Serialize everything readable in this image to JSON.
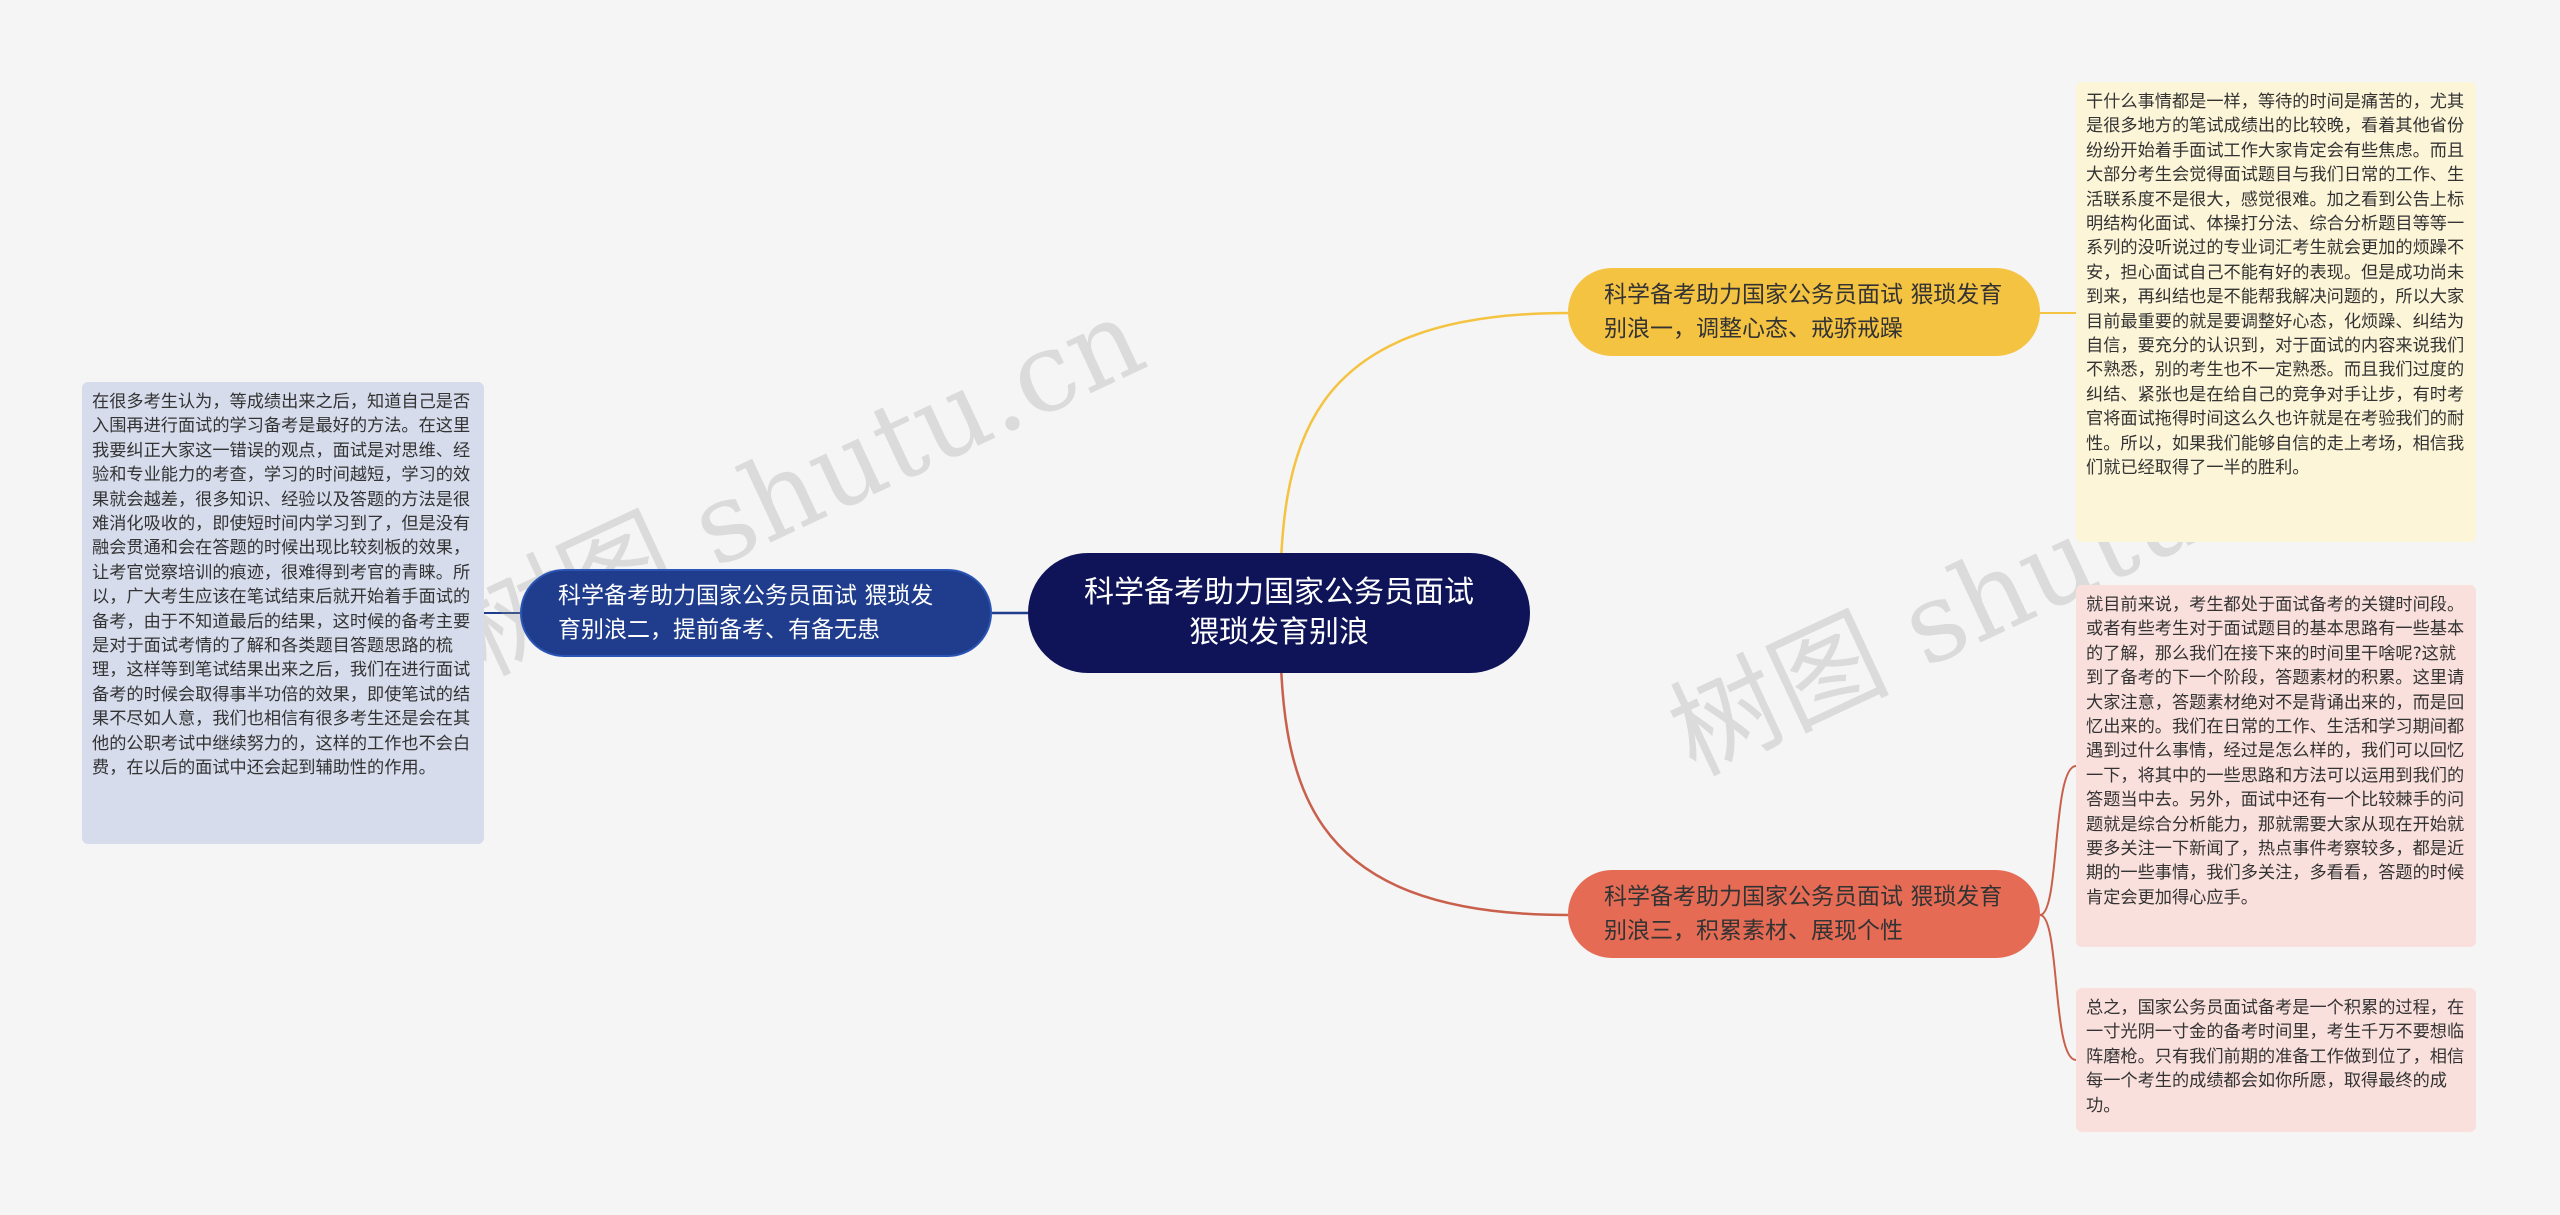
{
  "root": {
    "title": "科学备考助力国家公务员面试 猥琐发育别浪"
  },
  "branches": [
    {
      "label": "科学备考助力国家公务员面试 猥琐发育别浪一，调整心态、戒骄戒躁",
      "color": "#f5c342",
      "leaves": [
        "干什么事情都是一样，等待的时间是痛苦的，尤其是很多地方的笔试成绩出的比较晚，看着其他省份纷纷开始着手面试工作大家肯定会有些焦虑。而且大部分考生会觉得面试题目与我们日常的工作、生活联系度不是很大，感觉很难。加之看到公告上标明结构化面试、体操打分法、综合分析题目等等一系列的没听说过的专业词汇考生就会更加的烦躁不安，担心面试自己不能有好的表现。但是成功尚未到来，再纠结也是不能帮我解决问题的，所以大家目前最重要的就是要调整好心态，化烦躁、纠结为自信，要充分的认识到，对于面试的内容来说我们不熟悉，别的考生也不一定熟悉。而且我们过度的纠结、紧张也是在给自己的竞争对手让步，有时考官将面试拖得时间这么久也许就是在考验我们的耐性。所以，如果我们能够自信的走上考场，相信我们就已经取得了一半的胜利。"
      ]
    },
    {
      "label": "科学备考助力国家公务员面试 猥琐发育别浪二，提前备考、有备无患",
      "color": "#1f3d8c",
      "leaves": [
        "在很多考生认为，等成绩出来之后，知道自己是否入围再进行面试的学习备考是最好的方法。在这里我要纠正大家这一错误的观点，面试是对思维、经验和专业能力的考查，学习的时间越短，学习的效果就会越差，很多知识、经验以及答题的方法是很难消化吸收的，即使短时间内学习到了，但是没有融会贯通和会在答题的时候出现比较刻板的效果，让考官觉察培训的痕迹，很难得到考官的青睐。所以，广大考生应该在笔试结束后就开始着手面试的备考，由于不知道最后的结果，这时候的备考主要是对于面试考情的了解和各类题目答题思路的梳理，这样等到笔试结果出来之后，我们在进行面试备考的时候会取得事半功倍的效果，即使笔试的结果不尽如人意，我们也相信有很多考生还是会在其他的公职考试中继续努力的，这样的工作也不会白费，在以后的面试中还会起到辅助性的作用。"
      ]
    },
    {
      "label": "科学备考助力国家公务员面试 猥琐发育别浪三，积累素材、展现个性",
      "color": "#e56b55",
      "leaves": [
        "就目前来说，考生都处于面试备考的关键时间段。或者有些考生对于面试题目的基本思路有一些基本的了解，那么我们在接下来的时间里干啥呢?这就到了备考的下一个阶段，答题素材的积累。这里请大家注意，答题素材绝对不是背诵出来的，而是回忆出来的。我们在日常的工作、生活和学习期间都遇到过什么事情，经过是怎么样的，我们可以回忆一下，将其中的一些思路和方法可以运用到我们的答题当中去。另外，面试中还有一个比较棘手的问题就是综合分析能力，那就需要大家从现在开始就要多关注一下新闻了，热点事件考察较多，都是近期的一些事情，我们多关注，多看看，答题的时候肯定会更加得心应手。",
        "总之，国家公务员面试备考是一个积累的过程，在一寸光阴一寸金的备考时间里，考生千万不要想临阵磨枪。只有我们前期的准备工作做到位了，相信每一个考生的成绩都会如你所愿，取得最终的成功。"
      ]
    }
  ],
  "watermarks": [
    "树图 shutu.cn",
    "树图 shutu.cn"
  ],
  "colors": {
    "background": "#f5f5f5",
    "root": "#0f1459",
    "link_branch1": "#f5c342",
    "link_branch2": "#1f3d8c",
    "link_branch3": "#c9604c"
  }
}
